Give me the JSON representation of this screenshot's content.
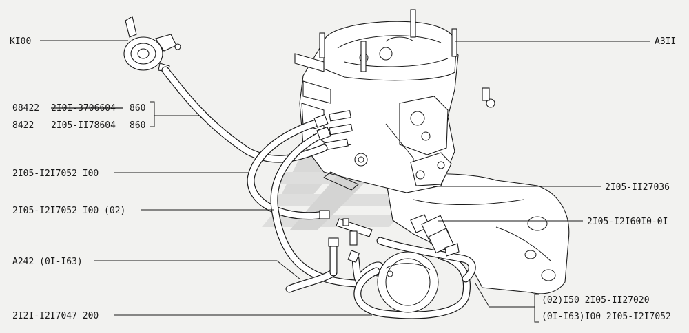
{
  "diagram": {
    "labels": {
      "k100": "KI00",
      "a311": "A3II",
      "ref_08422": "08422",
      "ref_08422_part": "2I0I-3706604",
      "ref_08422_qty": "860",
      "ref_8422": "8422",
      "ref_8422_part": "2I05-II78604",
      "ref_8422_qty": "860",
      "hose_100": "2I05-I2I7052 I00",
      "hose_100_02": "2I05-I2I7052 I00 (02)",
      "a242": "A242 (0I-I63)",
      "hose_200": "2I2I-I2I7047 200",
      "right_27036": "2I05-II27036",
      "right_16010": "2I05-I2I60I0-0I",
      "right_02_150": "(02)I50 2I05-II27020",
      "right_01_100": "(0I-I63)I00 2I05-I2I7052"
    },
    "colors": {
      "background": "#f2f2f0",
      "line": "#1a1a1a",
      "watermark": "#c8c8c8"
    }
  }
}
